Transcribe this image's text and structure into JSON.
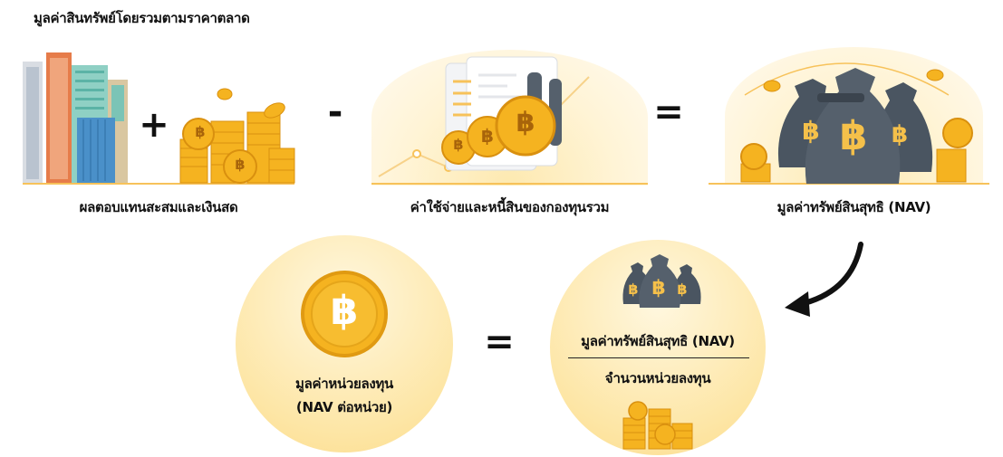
{
  "title": "มูลค่าสินทรัพย์โดยรวมตามราคาตลาด",
  "top_row": {
    "item1_label": "ผลตอบแทนสะสมและเงินสด",
    "item2_label": "ค่าใช้จ่ายและหนี้สินของกองทุนรวม",
    "item3_label": "มูลค่าทรัพย์สินสุทธิ (NAV)",
    "plus": "+",
    "minus": "-",
    "equals": "="
  },
  "bottom_row": {
    "unit_label_line1": "มูลค่าหน่วยลงทุน",
    "unit_label_line2": "(NAV ต่อหน่วย)",
    "equals": "=",
    "numerator": "มูลค่าทรัพย์สินสุทธิ (NAV)",
    "denominator": "จำนวนหน่วยลงทุน"
  },
  "icons": {
    "currency_symbol": "฿"
  },
  "colors": {
    "gold": "#f5b320",
    "gold_dark": "#d9900f",
    "bag": "#4a5561",
    "ground": "#f7c25a"
  }
}
